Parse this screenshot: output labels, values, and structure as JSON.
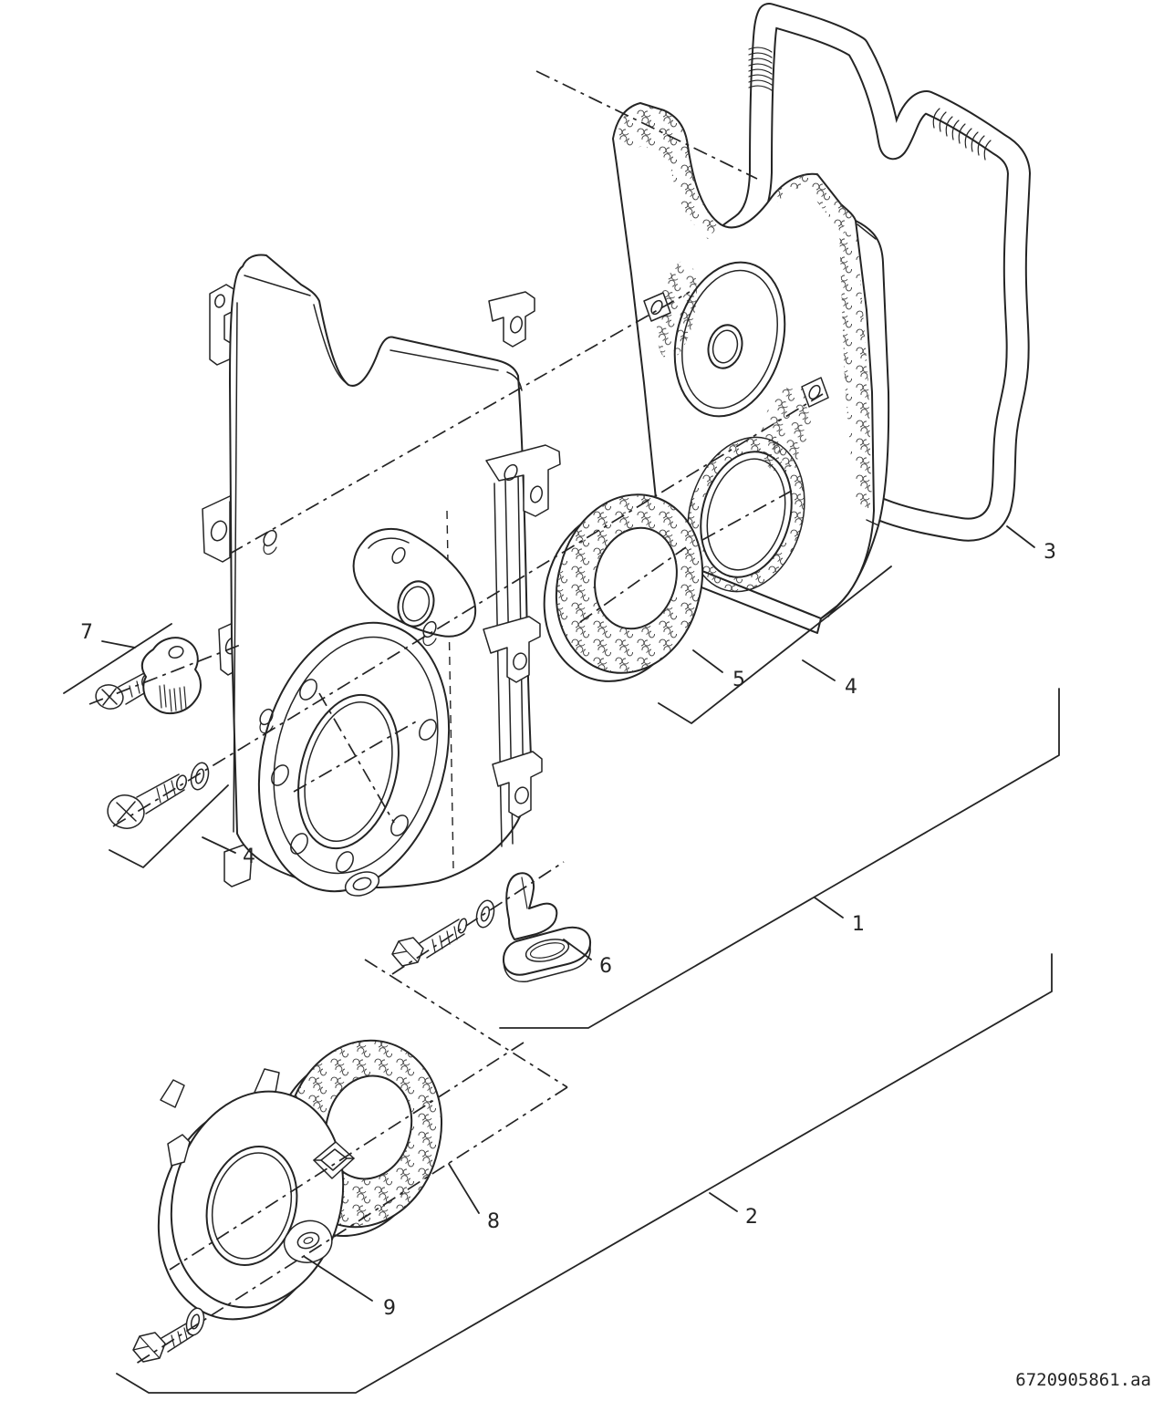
{
  "drawing": {
    "code": "6720905861.aa",
    "ink": "#242424",
    "background": "#ffffff",
    "callouts": [
      {
        "label": "7"
      },
      {
        "label": "4"
      },
      {
        "label": "4"
      },
      {
        "label": "5"
      },
      {
        "label": "3"
      },
      {
        "label": "1"
      },
      {
        "label": "6"
      },
      {
        "label": "8"
      },
      {
        "label": "9"
      },
      {
        "label": "2"
      }
    ]
  }
}
